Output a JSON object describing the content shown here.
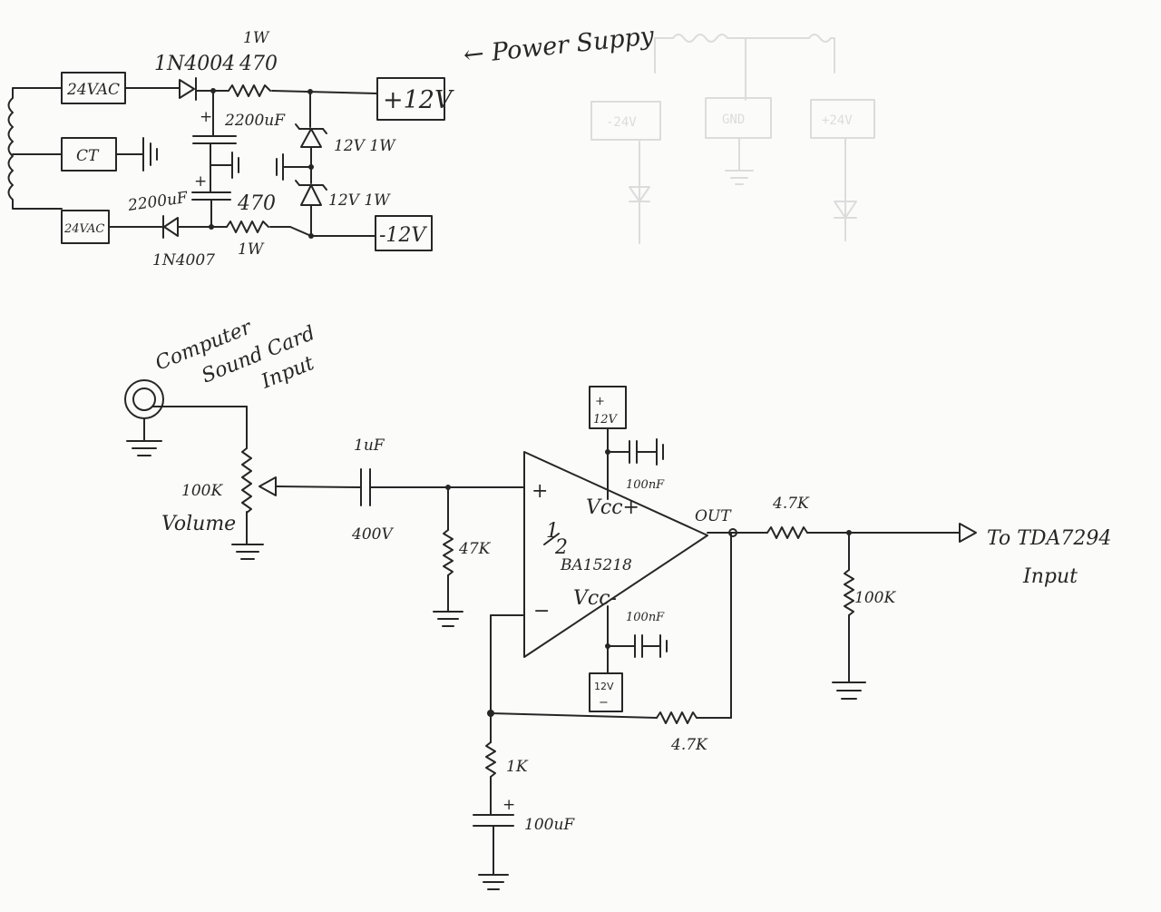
{
  "diagram": {
    "power_supply": {
      "title": "← Power Suppy",
      "inputs": {
        "top": "24VAC",
        "center_tap": "CT",
        "bottom": "24VAC"
      },
      "diode_top": "1N4004",
      "diode_bottom": "1N4007",
      "resistor_top": {
        "value": "470",
        "power": "1W"
      },
      "resistor_bottom": {
        "value": "470",
        "power": "1W"
      },
      "cap_top": "2200uF",
      "cap_bottom": "2200uF",
      "zener_top": "12V 1W",
      "zener_bottom": "12V 1W",
      "output_positive": "+12V",
      "output_negative": "-12V",
      "plus": "+"
    },
    "ghost_sketch": {
      "left_box": "-24V",
      "center_box": "GND",
      "right_box": "+24V"
    },
    "amplifier": {
      "input_label": [
        "Computer",
        "Sound Card",
        "Input"
      ],
      "volume_pot": {
        "value": "100K",
        "name": "Volume"
      },
      "coupling_cap": {
        "value": "1uF",
        "voltage": "400V"
      },
      "input_bias_resistor": "47K",
      "opamp": {
        "fraction_top": "1",
        "fraction_bottom": "2",
        "part": "BA15218",
        "vcc_pos": "Vcc+",
        "vcc_neg": "Vcc-",
        "pin_plus": "+",
        "pin_minus": "−",
        "out": "OUT"
      },
      "supply_pos": {
        "sign": "+",
        "value": "12V"
      },
      "supply_neg": {
        "sign": "−",
        "value": "12V"
      },
      "decoupling_top": "100nF",
      "decoupling_bottom": "100nF",
      "feedback_resistor": "4.7K",
      "ground_resistor": "1K",
      "ground_cap": {
        "value": "100uF",
        "plus": "+"
      },
      "output_series_resistor": "4.7K",
      "output_load_resistor": "100K",
      "output_label": [
        "To TDA7294",
        "Input"
      ]
    }
  }
}
